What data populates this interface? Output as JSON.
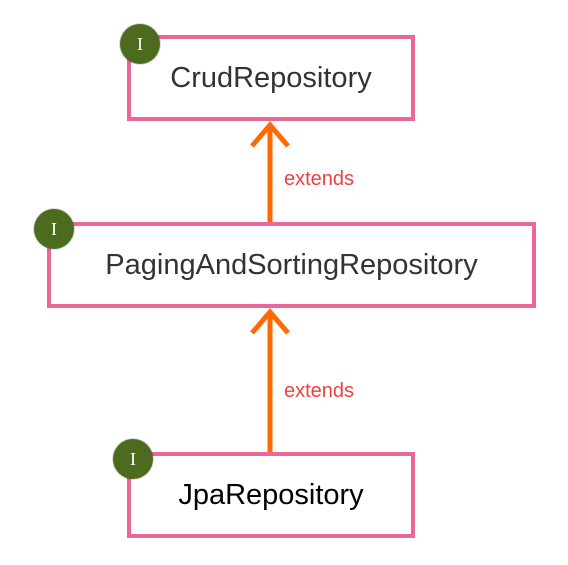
{
  "nodes": {
    "crud": {
      "label": "CrudRepository",
      "badge": "I"
    },
    "paging": {
      "label": "PagingAndSortingRepository",
      "badge": "I"
    },
    "jpa": {
      "label": "JpaRepository",
      "badge": "I"
    }
  },
  "edges": [
    {
      "from": "paging",
      "to": "crud",
      "label": "extends"
    },
    {
      "from": "jpa",
      "to": "paging",
      "label": "extends"
    }
  ],
  "colors": {
    "box_border": "#e8689a",
    "arrow": "#ff6a00",
    "edge_label": "#f04040",
    "badge_bg": "#4d6b1e"
  }
}
